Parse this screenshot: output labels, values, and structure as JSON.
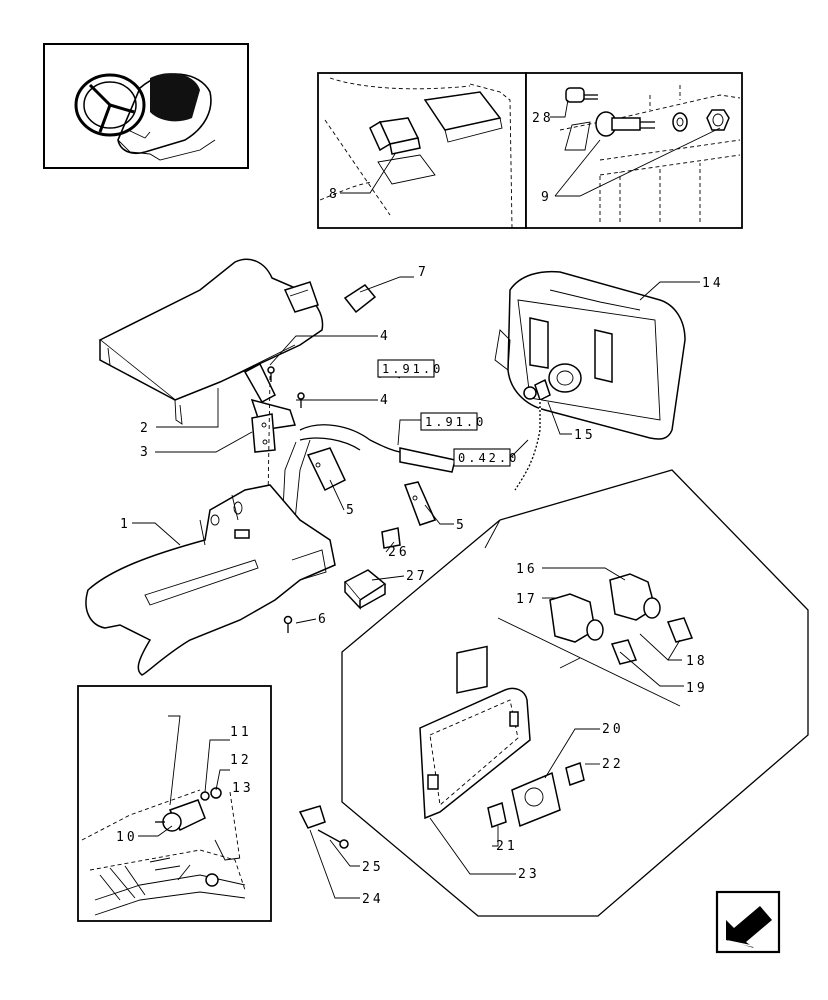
{
  "callouts": [
    "1",
    "2",
    "3",
    "4",
    "4",
    "5",
    "5",
    "6",
    "7",
    "8",
    "9",
    "10",
    "11",
    "12",
    "13",
    "14",
    "15",
    "16",
    "17",
    "18",
    "19",
    "20",
    "21",
    "22",
    "23",
    "24",
    "25",
    "26",
    "27",
    "28"
  ],
  "references": [
    "1.91.0",
    "1.91.0",
    "0.42.0"
  ],
  "icons": {
    "orientation": "tractor-dashboard-orientation-icon",
    "nav": "next-page-arrow-icon"
  }
}
